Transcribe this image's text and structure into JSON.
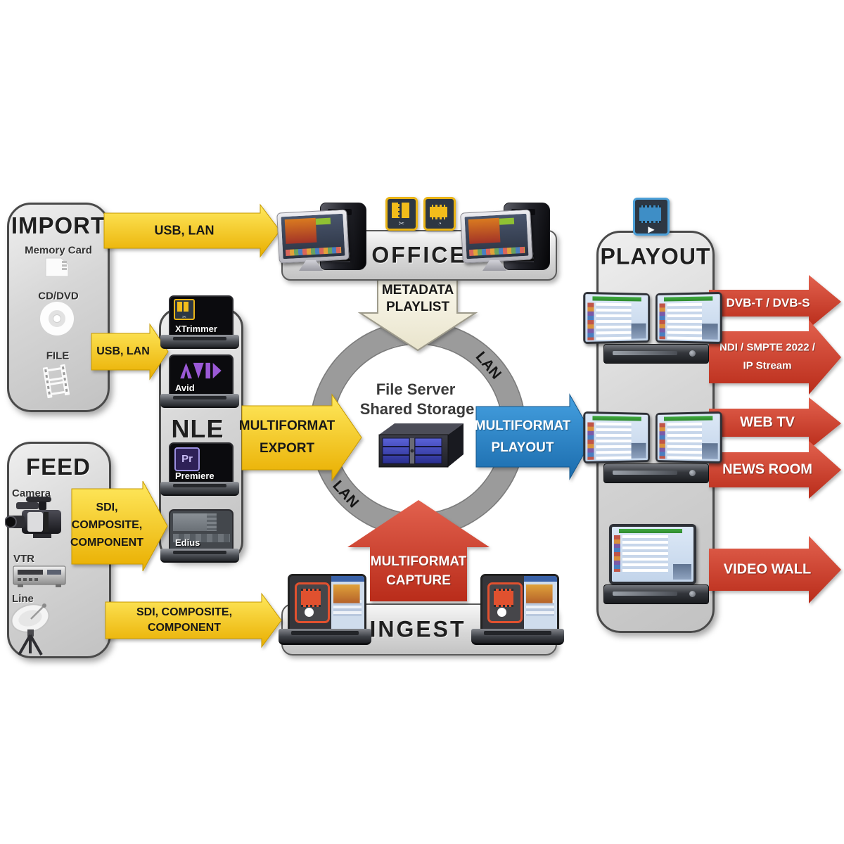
{
  "import_panel": {
    "title": "IMPORT",
    "items": [
      "Memory Card",
      "CD/DVD",
      "FILE"
    ]
  },
  "feed_panel": {
    "title": "FEED",
    "items": [
      "Camera",
      "VTR",
      "Line"
    ]
  },
  "nle_panel": {
    "title": "NLE",
    "apps": [
      "XTrimmer",
      "Avid",
      "Premiere",
      "Edius"
    ]
  },
  "office": {
    "title": "OFFICE"
  },
  "ingest": {
    "title": "INGEST"
  },
  "playout_panel": {
    "title": "PLAYOUT"
  },
  "center": {
    "line1": "File Server",
    "line2": "Shared Storage",
    "lan_top": "LAN",
    "lan_bottom": "LAN"
  },
  "arrows": {
    "usb_lan_top": "USB, LAN",
    "usb_lan_nle": "USB, LAN",
    "sdi_nle": {
      "line1": "SDI,",
      "line2": "COMPOSITE,",
      "line3": "COMPONENT"
    },
    "sdi_ingest": {
      "line1": "SDI, COMPOSITE,",
      "line2": "COMPONENT"
    },
    "metadata": {
      "line1": "METADATA",
      "line2": "PLAYLIST"
    },
    "export": {
      "line1": "MULTIFORMAT",
      "line2": "EXPORT"
    },
    "playout": {
      "line1": "MULTIFORMAT",
      "line2": "PLAYOUT"
    },
    "capture": {
      "line1": "MULTIFORMAT",
      "line2": "CAPTURE"
    }
  },
  "outputs": [
    {
      "line1": "DVB-T / DVB-S"
    },
    {
      "line1": "NDI / SMPTE 2022 /",
      "line2": "IP Stream"
    },
    {
      "line1": "WEB TV"
    },
    {
      "line1": "NEWS ROOM"
    },
    {
      "line1": "VIDEO WALL"
    }
  ],
  "icons": {
    "trim_glyph": "✂",
    "schedule_glyph": "◔",
    "play_glyph": "▶"
  },
  "colors": {
    "yellow": "#f2b705",
    "red": "#c7361f",
    "blue": "#2d83c6",
    "cream": "#f6f3e2",
    "ring_gray": "#9b9b9b"
  }
}
